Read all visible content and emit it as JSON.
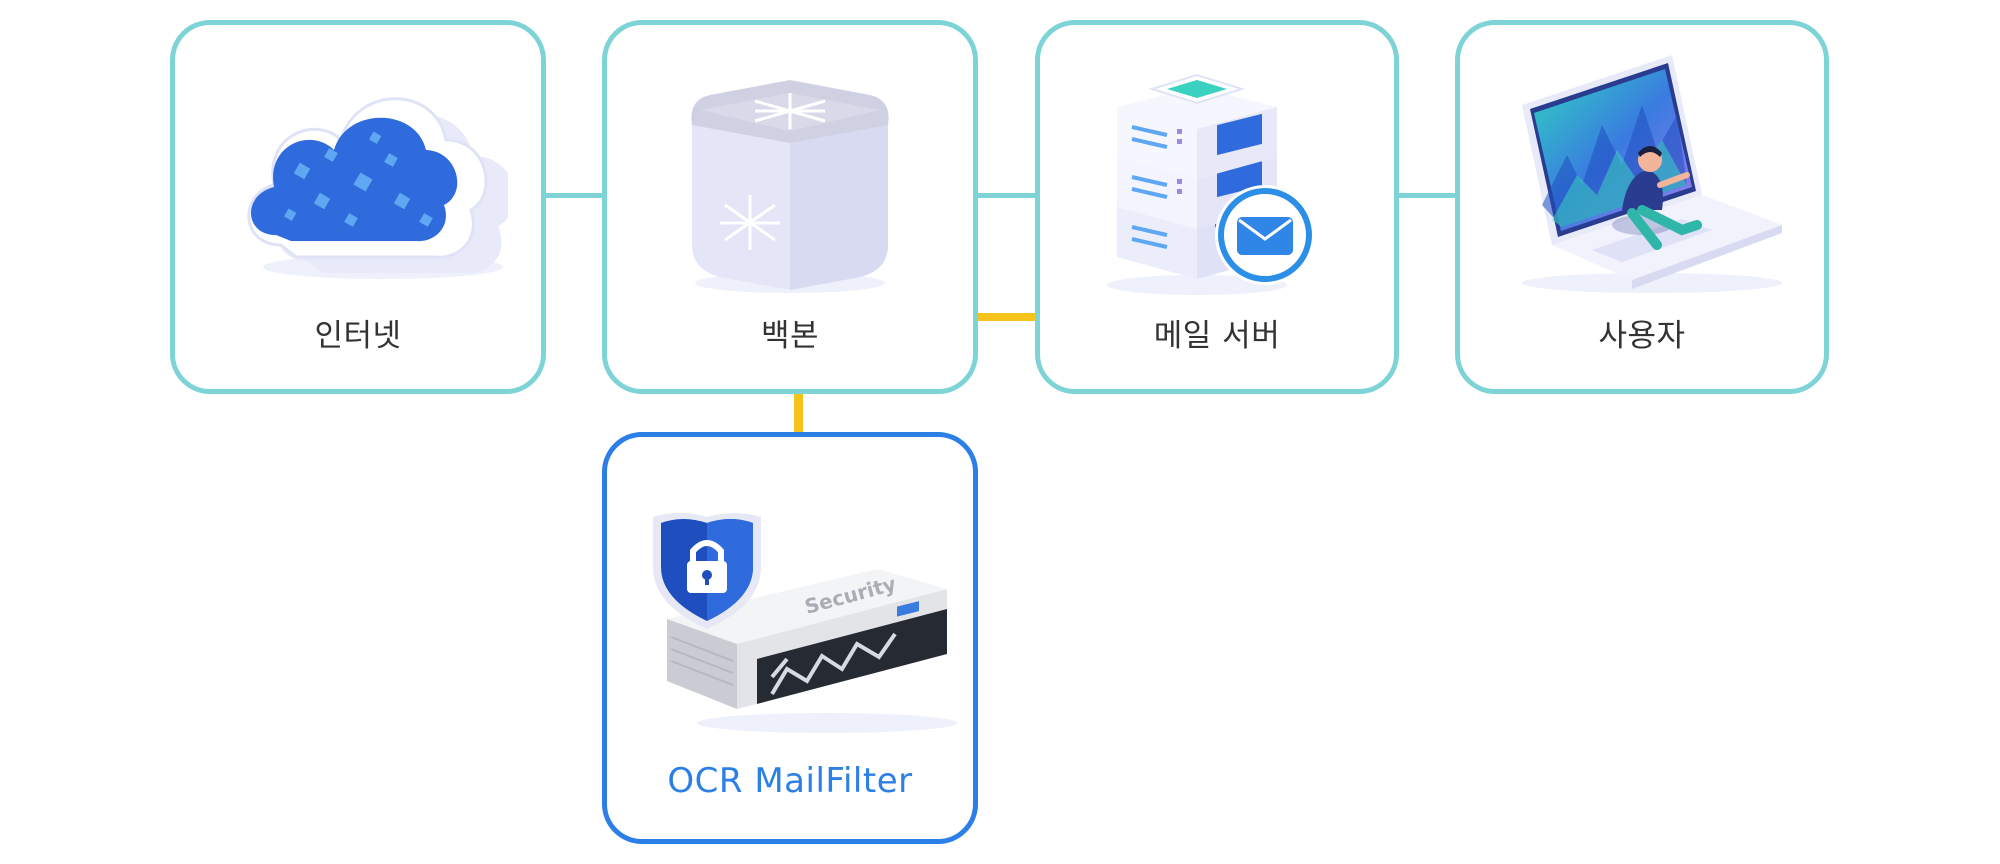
{
  "diagram": {
    "nodes": [
      {
        "id": "internet",
        "label": "인터넷",
        "icon": "cloud-icon"
      },
      {
        "id": "backbone",
        "label": "백본",
        "icon": "network-switch-icon"
      },
      {
        "id": "mail_server",
        "label": "메일 서버",
        "icon": "mail-server-icon"
      },
      {
        "id": "user",
        "label": "사용자",
        "icon": "laptop-user-icon"
      },
      {
        "id": "ocr_mailfilter",
        "label": "OCR MailFilter",
        "icon": "security-appliance-icon"
      }
    ],
    "appliance_brand": "Security",
    "edges": [
      {
        "from": "internet",
        "to": "backbone",
        "style": "teal"
      },
      {
        "from": "backbone",
        "to": "mail_server",
        "style": "teal"
      },
      {
        "from": "mail_server",
        "to": "user",
        "style": "teal"
      },
      {
        "from": "backbone",
        "to": "mail_server",
        "style": "yellow"
      },
      {
        "from": "backbone",
        "to": "ocr_mailfilter",
        "style": "yellow"
      }
    ]
  },
  "colors": {
    "node_border": "#7dd3d6",
    "highlight_border": "#2b7fe6",
    "secondary_link": "#f7c21c"
  }
}
